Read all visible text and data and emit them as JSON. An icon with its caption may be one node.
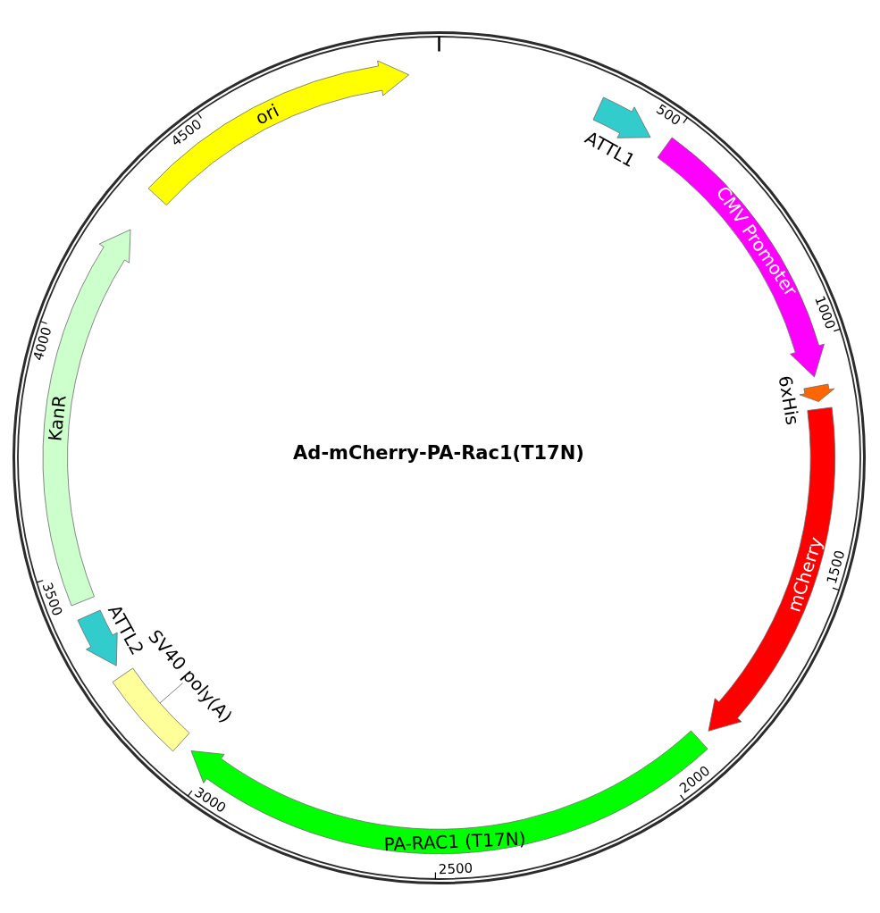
{
  "diagram": {
    "title": "Ad-mCherry-PA-Rac1(T17N)",
    "nodes": [
      {
        "text": [
          "ori"
        ]
      },
      {
        "text": [
          "ATTL1"
        ]
      },
      {
        "text": [
          "CMV Promoter"
        ]
      },
      {
        "text": [
          "6xHis"
        ]
      },
      {
        "text": [
          "mCherry"
        ]
      },
      {
        "text": [
          "PA-RAC1 (T17N)"
        ]
      },
      {
        "text": [
          "SV40 poly(A)"
        ]
      },
      {
        "text": [],
        "shape": "bar"
      },
      {
        "text": [
          "ATTL2"
        ]
      },
      {
        "text": [
          "KanR"
        ]
      }
    ],
    "edges": [
      {
        "from": 6,
        "to": 7,
        "arrow": "none"
      }
    ],
    "labels": [
      "500",
      "1000",
      "1500",
      "2000",
      "2500",
      "3000",
      "3500",
      "4000",
      "4500"
    ]
  }
}
